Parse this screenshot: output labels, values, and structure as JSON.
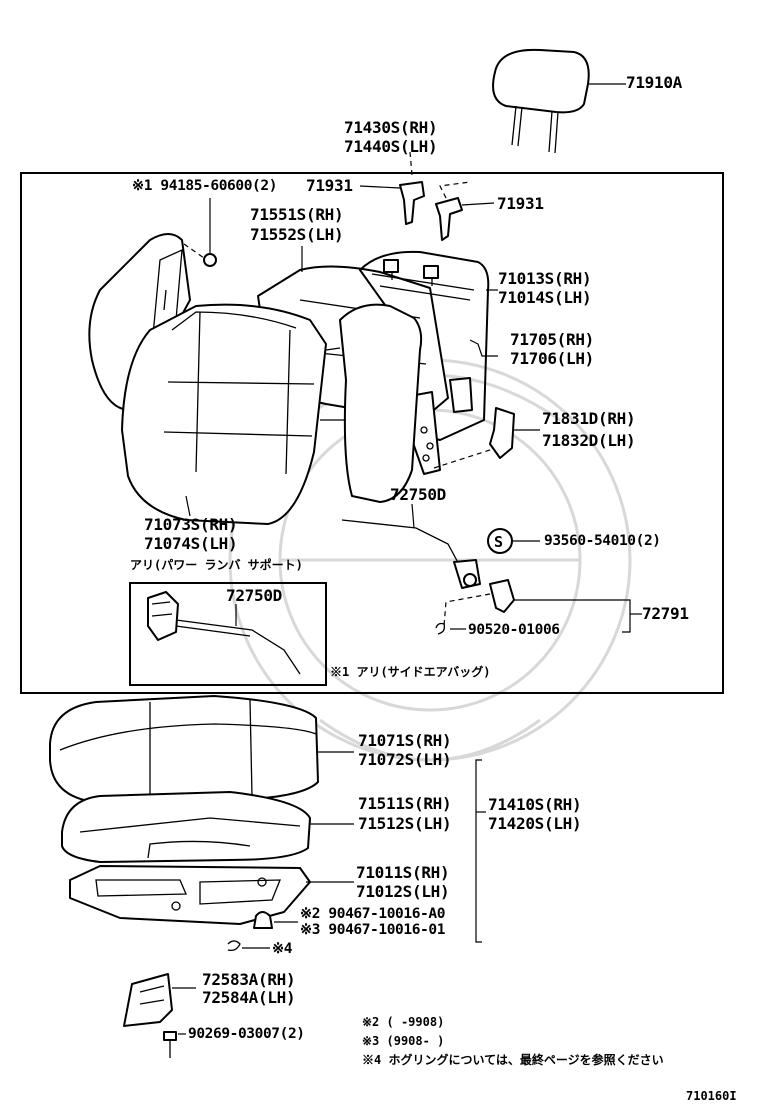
{
  "labels": {
    "headrest": "71910A",
    "back_cover_rh": "71430S(RH)",
    "back_cover_lh": "71440S(LH)",
    "clip_note": "※1 94185-60600(2)",
    "clip_top_left": "71931",
    "clip_top_right": "71931",
    "pad_rh": "71551S(RH)",
    "pad_lh": "71552S(LH)",
    "frame_rh": "71013S(RH)",
    "frame_lh": "71014S(LH)",
    "bar_rh": "71705(RH)",
    "bar_lh": "71706(LH)",
    "bracket_rh": "71831D(RH)",
    "bracket_lh": "71832D(LH)",
    "cable_main": "72750D",
    "grommet": "93560-54010(2)",
    "assembly_rh": "71073S(RH)",
    "assembly_lh": "71074S(LH)",
    "lumbar_note": "アリ(パワー ランバ サポート)",
    "inset_cable": "72750D",
    "lever_group": "72791",
    "screw": "90520-01006",
    "airbag_note": "※1 アリ(サイドエアバッグ)",
    "cushion_cover_rh": "71071S(RH)",
    "cushion_cover_lh": "71072S(LH)",
    "cushion_pad_rh": "71511S(RH)",
    "cushion_pad_lh": "71512S(LH)",
    "cushion_assy_rh": "71410S(RH)",
    "cushion_assy_lh": "71420S(LH)",
    "cushion_frame_rh": "71011S(RH)",
    "cushion_frame_lh": "71012S(LH)",
    "nut_a": "※2 90467-10016-A0",
    "nut_b": "※3 90467-10016-01",
    "hog_ring": "※4",
    "hinge_rh": "72583A(RH)",
    "hinge_lh": "72584A(LH)",
    "bolt": "90269-03007(2)"
  },
  "notes": {
    "n2": "※2 (     -9908)",
    "n3": "※3 (9908-     )",
    "n4": "※4 ホグリングについては、最終ページを参照ください"
  },
  "figure_id": "710160I"
}
